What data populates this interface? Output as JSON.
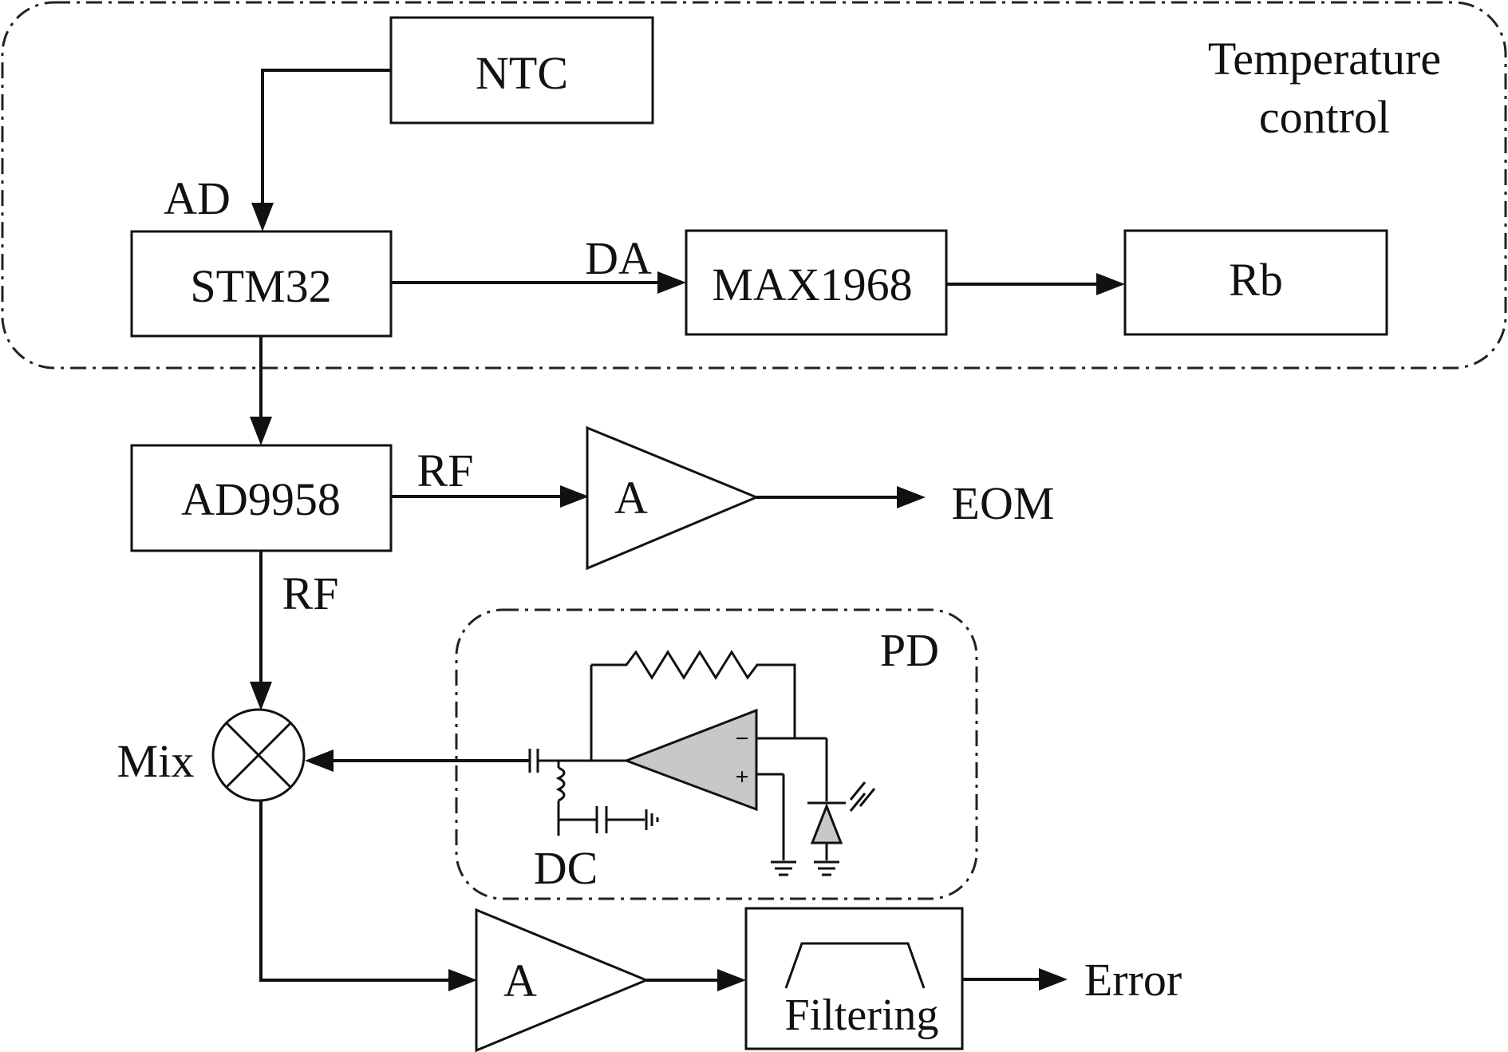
{
  "groups": {
    "temperature_control_line1": "Temperature",
    "temperature_control_line2": "control",
    "pd": "PD"
  },
  "blocks": {
    "ntc": "NTC",
    "stm32": "STM32",
    "max1968": "MAX1968",
    "rb": "Rb",
    "ad9958": "AD9958",
    "filtering": "Filtering"
  },
  "amplifiers": {
    "rf_amp": "A",
    "error_amp": "A"
  },
  "signals": {
    "ad": "AD",
    "da": "DA",
    "rf_out": "RF",
    "rf_down": "RF",
    "eom": "EOM",
    "mix": "Mix",
    "dc": "DC",
    "error": "Error"
  },
  "opamp": {
    "minus": "−",
    "plus": "+"
  }
}
